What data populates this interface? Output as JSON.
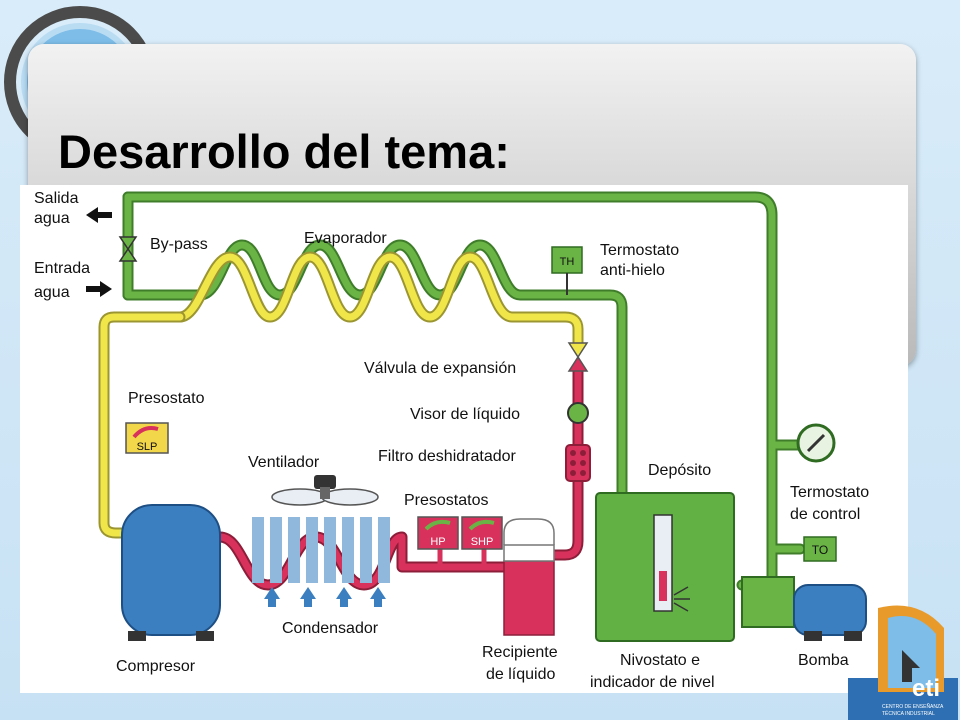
{
  "slide": {
    "title": "Desarrollo del tema:"
  },
  "logo_right": {
    "text": "eti",
    "subtext_line1": "CENTRO DE ENSEÑANZA",
    "subtext_line2": "TÉCNICA INDUSTRIAL"
  },
  "diagram": {
    "labels": {
      "salida_line1": "Salida",
      "salida_line2": "agua",
      "entrada_line1": "Entrada",
      "entrada_line2": "agua",
      "bypass": "By-pass",
      "evaporador": "Evaporador",
      "termostato_antihielo_line1": "Termostato",
      "termostato_antihielo_line2": "anti-hielo",
      "th_badge": "TH",
      "valvula": "Válvula de expansión",
      "visor": "Visor de líquido",
      "filtro": "Filtro deshidratador",
      "presostato": "Presostato",
      "slp": "SLP",
      "ventilador": "Ventilador",
      "presostatos": "Presostatos",
      "hp": "HP",
      "shp": "SHP",
      "deposito": "Depósito",
      "termostato_control_line1": "Termostato",
      "termostato_control_line2": "de control",
      "to_badge": "TO",
      "condensador": "Condensador",
      "compresor": "Compresor",
      "recipiente_line1": "Recipiente",
      "recipiente_line2": "de líquido",
      "nivostato_line1": "Nivostato e",
      "nivostato_line2": "indicador de nivel",
      "bomba": "Bomba"
    },
    "colors": {
      "water_green": "#6ab445",
      "refrigerant_yellow": "#f0e64a",
      "refrigerant_red": "#d8325c",
      "tank_blue": "#3b7fc1",
      "deposit_green": "#62b144"
    }
  }
}
